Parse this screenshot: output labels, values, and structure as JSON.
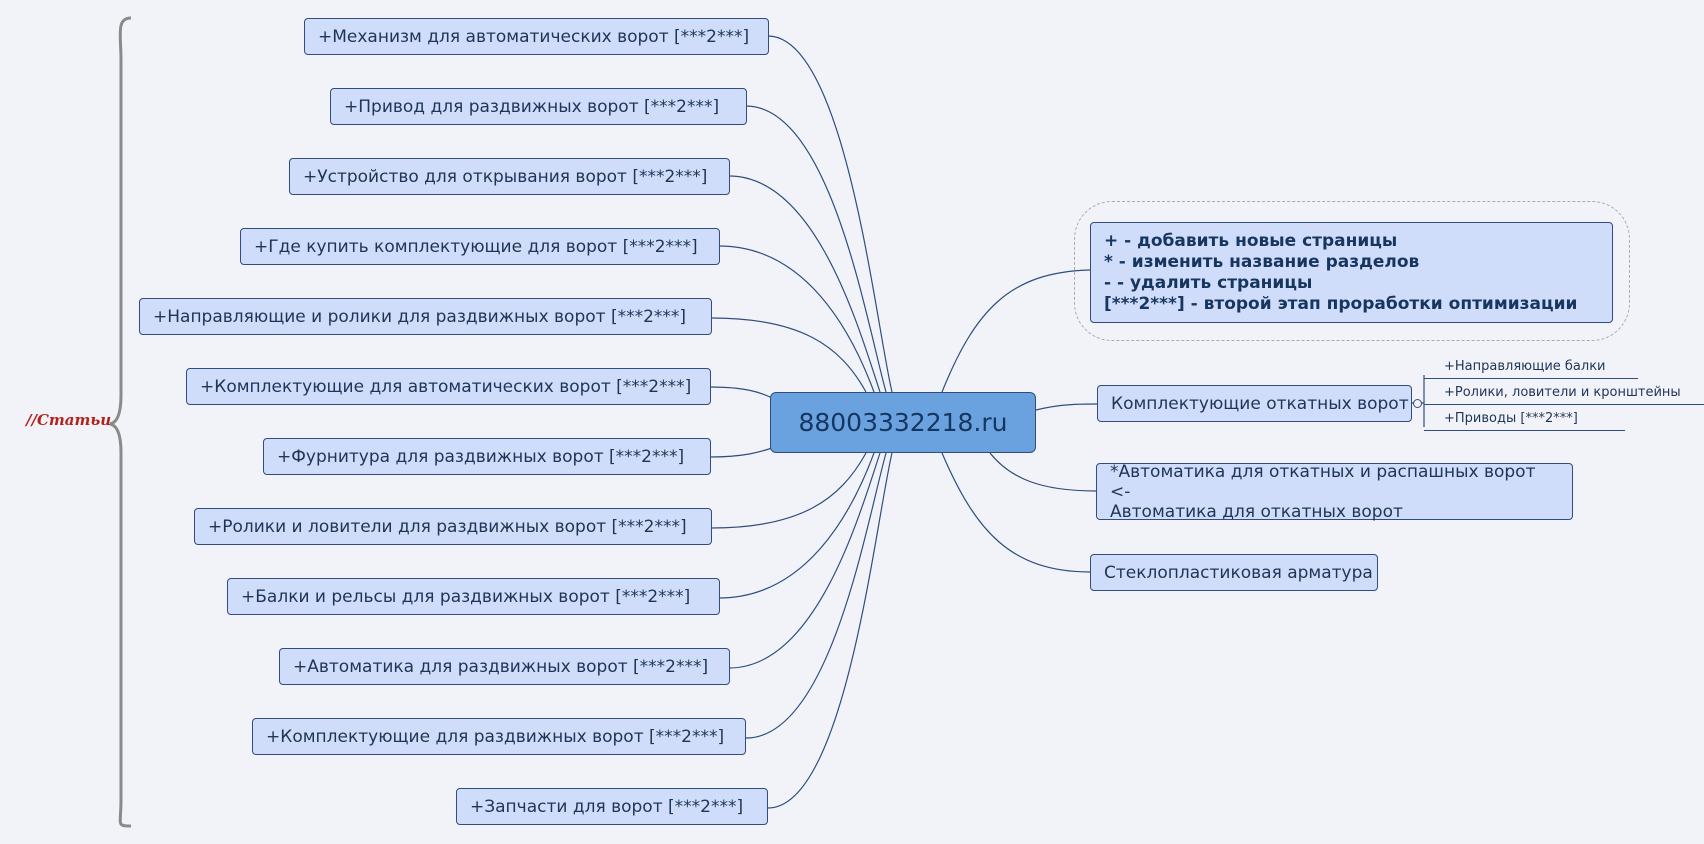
{
  "central": "88003332218.ru",
  "side_label": "//Статьи",
  "left_topics": [
    "+Механизм для автоматических ворот [***2***]",
    "+Привод для раздвижных ворот [***2***]",
    "+Устройство для открывания ворот [***2***]",
    "+Где купить комплектующие для ворот [***2***]",
    "+Направляющие и ролики для раздвижных ворот [***2***]",
    "+Комплектующие для автоматических ворот [***2***]",
    "+Фурнитура для раздвижных ворот [***2***]",
    "+Ролики и ловители для раздвижных ворот [***2***]",
    "+Балки и рельсы для раздвижных ворот [***2***]",
    "+Автоматика для раздвижных ворот [***2***]",
    "+Комплектующие для раздвижных ворот [***2***]",
    "+Запчасти для ворот [***2***]"
  ],
  "legend": {
    "line1": "+ - добавить новые страницы",
    "line2": "* - изменить название разделов",
    "line3": "- - удалить страницы",
    "line4": "[***2***] - второй этап проработки оптимизации"
  },
  "right": {
    "components": "Комплектующие откатных ворот",
    "sub1": "+Направляющие балки",
    "sub2": "+Ролики, ловители и кронштейны",
    "sub3": "+Приводы [***2***]",
    "auto_line1": "*Автоматика для откатных и распашных ворот <-",
    "auto_line2": "Автоматика для откатных ворот",
    "fiberglass": "Стеклопластиковая арматура"
  },
  "colors": {
    "node_fill": "#cfdcfa",
    "central_fill": "#6aa1df",
    "line": "#2f4e7e",
    "label": "#b2231b"
  }
}
